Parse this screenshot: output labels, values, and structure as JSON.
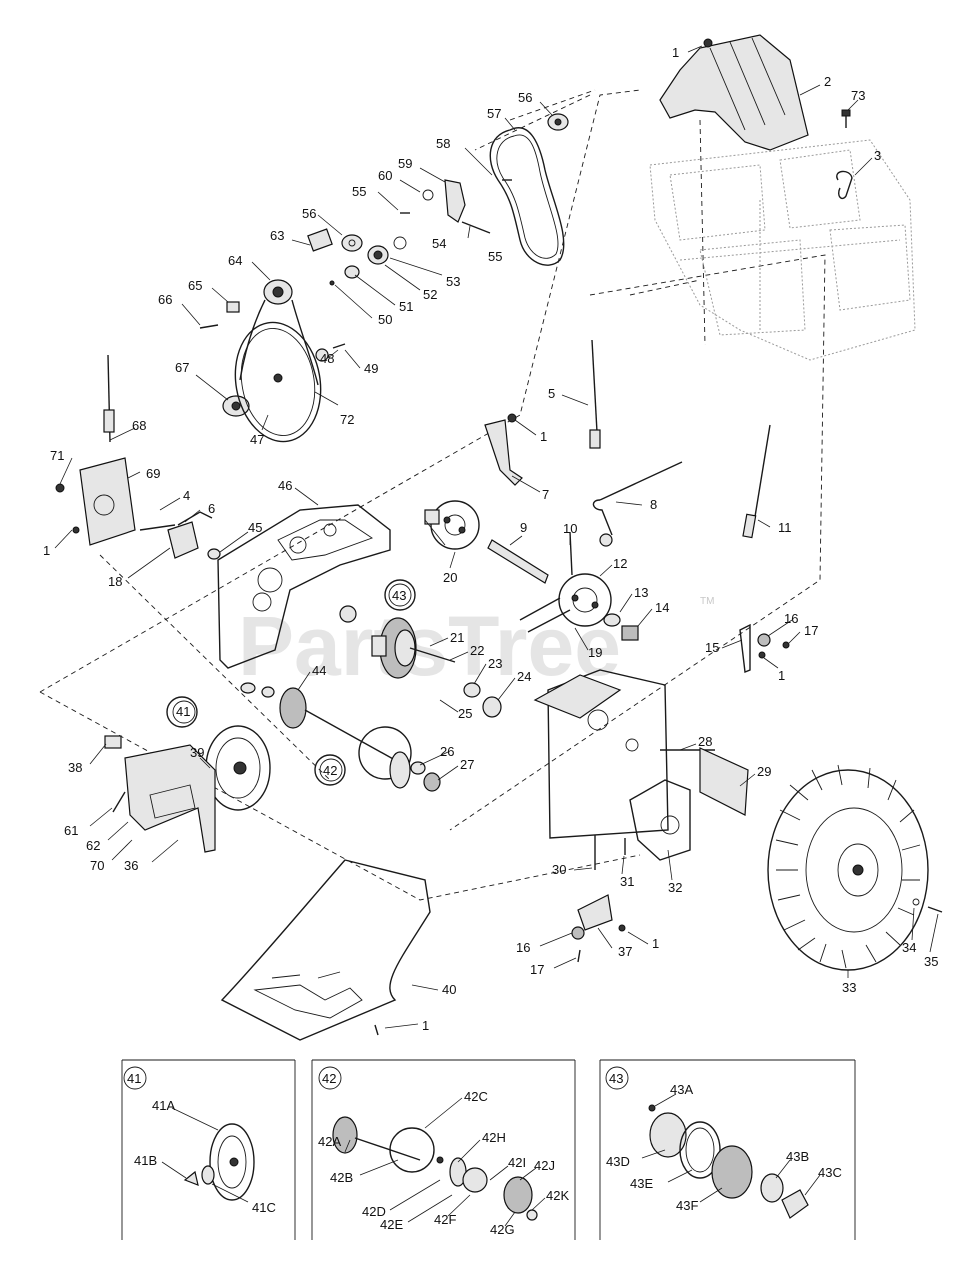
{
  "watermark": "PartsTree",
  "trademark": "TM",
  "callouts": {
    "c1a": "1",
    "c2": "2",
    "c73": "73",
    "c3": "3",
    "c56a": "56",
    "c57": "57",
    "c58": "58",
    "c59": "59",
    "c60": "60",
    "c55a": "55",
    "c56b": "56",
    "c63": "63",
    "c64": "64",
    "c65": "65",
    "c66": "66",
    "c54": "54",
    "c55b": "55",
    "c53": "53",
    "c52": "52",
    "c51": "51",
    "c50": "50",
    "c49": "49",
    "c48": "48",
    "c67": "67",
    "c47": "47",
    "c72": "72",
    "c68": "68",
    "c71": "71",
    "c69": "69",
    "c4": "4",
    "c6": "6",
    "c1b": "1",
    "c18": "18",
    "c46": "46",
    "c45": "45",
    "c5": "5",
    "c1c": "1",
    "c7": "7",
    "c8": "8",
    "c11": "11",
    "c10": "10",
    "c9": "9",
    "c20": "20",
    "c12": "12",
    "c13": "13",
    "c14": "14",
    "c43": "43",
    "c21": "21",
    "c22": "22",
    "c19": "19",
    "c44": "44",
    "c23": "23",
    "c24": "24",
    "c25": "25",
    "c15": "15",
    "c16a": "16",
    "c17a": "17",
    "c1d": "1",
    "c41": "41",
    "c38": "38",
    "c39": "39",
    "c42": "42",
    "c26": "26",
    "c27": "27",
    "c28": "28",
    "c29": "29",
    "c61": "61",
    "c62": "62",
    "c70": "70",
    "c36": "36",
    "c30": "30",
    "c31": "31",
    "c32": "32",
    "c33": "33",
    "c34": "34",
    "c35": "35",
    "c16b": "16",
    "c37": "37",
    "c1e": "1",
    "c17b": "17",
    "c40": "40",
    "c1f": "1"
  },
  "insets": {
    "i41": {
      "tag": "41",
      "labels": {
        "a": "41A",
        "b": "41B",
        "c": "41C"
      }
    },
    "i42": {
      "tag": "42",
      "labels": {
        "a": "42A",
        "b": "42B",
        "c": "42C",
        "d": "42D",
        "e": "42E",
        "f": "42F",
        "g": "42G",
        "h": "42H",
        "i": "42I",
        "j": "42J",
        "k": "42K"
      }
    },
    "i43": {
      "tag": "43",
      "labels": {
        "a": "43A",
        "b": "43B",
        "c": "43C",
        "d": "43D",
        "e": "43E",
        "f": "43F"
      }
    }
  },
  "icons": {
    "exploded": "exploded-view-diagram",
    "tire": "tire-icon"
  }
}
